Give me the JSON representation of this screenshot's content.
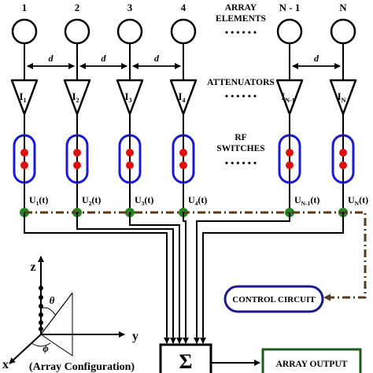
{
  "elements": [
    {
      "number": "1",
      "attenuator": "I",
      "attenuator_sub": "1",
      "signal": "U",
      "signal_sub": "1",
      "signal_suffix": "(t)"
    },
    {
      "number": "2",
      "attenuator": "I",
      "attenuator_sub": "2",
      "signal": "U",
      "signal_sub": "2",
      "signal_suffix": "(t)"
    },
    {
      "number": "3",
      "attenuator": "I",
      "attenuator_sub": "3",
      "signal": "U",
      "signal_sub": "3",
      "signal_suffix": "(t)"
    },
    {
      "number": "4",
      "attenuator": "I",
      "attenuator_sub": "4",
      "signal": "U",
      "signal_sub": "4",
      "signal_suffix": "(t)"
    },
    {
      "number": "N - 1",
      "attenuator": "I",
      "attenuator_sub": "N-1",
      "signal": "U",
      "signal_sub": "N-1",
      "signal_suffix": "(t)"
    },
    {
      "number": "N",
      "attenuator": "I",
      "attenuator_sub": "N",
      "signal": "U",
      "signal_sub": "N",
      "signal_suffix": "(t)"
    }
  ],
  "labels": {
    "array_elements_line1": "ARRAY",
    "array_elements_line2": "ELEMENTS",
    "attenuators": "ATTENUATORS",
    "rf_switches_line1": "RF",
    "rf_switches_line2": "SWITCHES",
    "spacing": "d",
    "ellipsis": "• • • • • •",
    "control_circuit": "CONTROL CIRCUIT",
    "summer": "Σ",
    "array_output": "ARRAY OUTPUT"
  },
  "coordinate_system": {
    "z_axis": "z",
    "y_axis": "y",
    "x_axis": "x",
    "theta": "θ",
    "phi": "ϕ",
    "caption": "(Array Configuration)"
  },
  "colors": {
    "switch_outline": "#1a1ad6",
    "switch_contact": "#e01010",
    "junction": "#1f8a1f",
    "control_line": "#5a3a1a",
    "control_box": "#1a1a8a",
    "output_box": "#1f5a1f",
    "wire": "#000000"
  }
}
